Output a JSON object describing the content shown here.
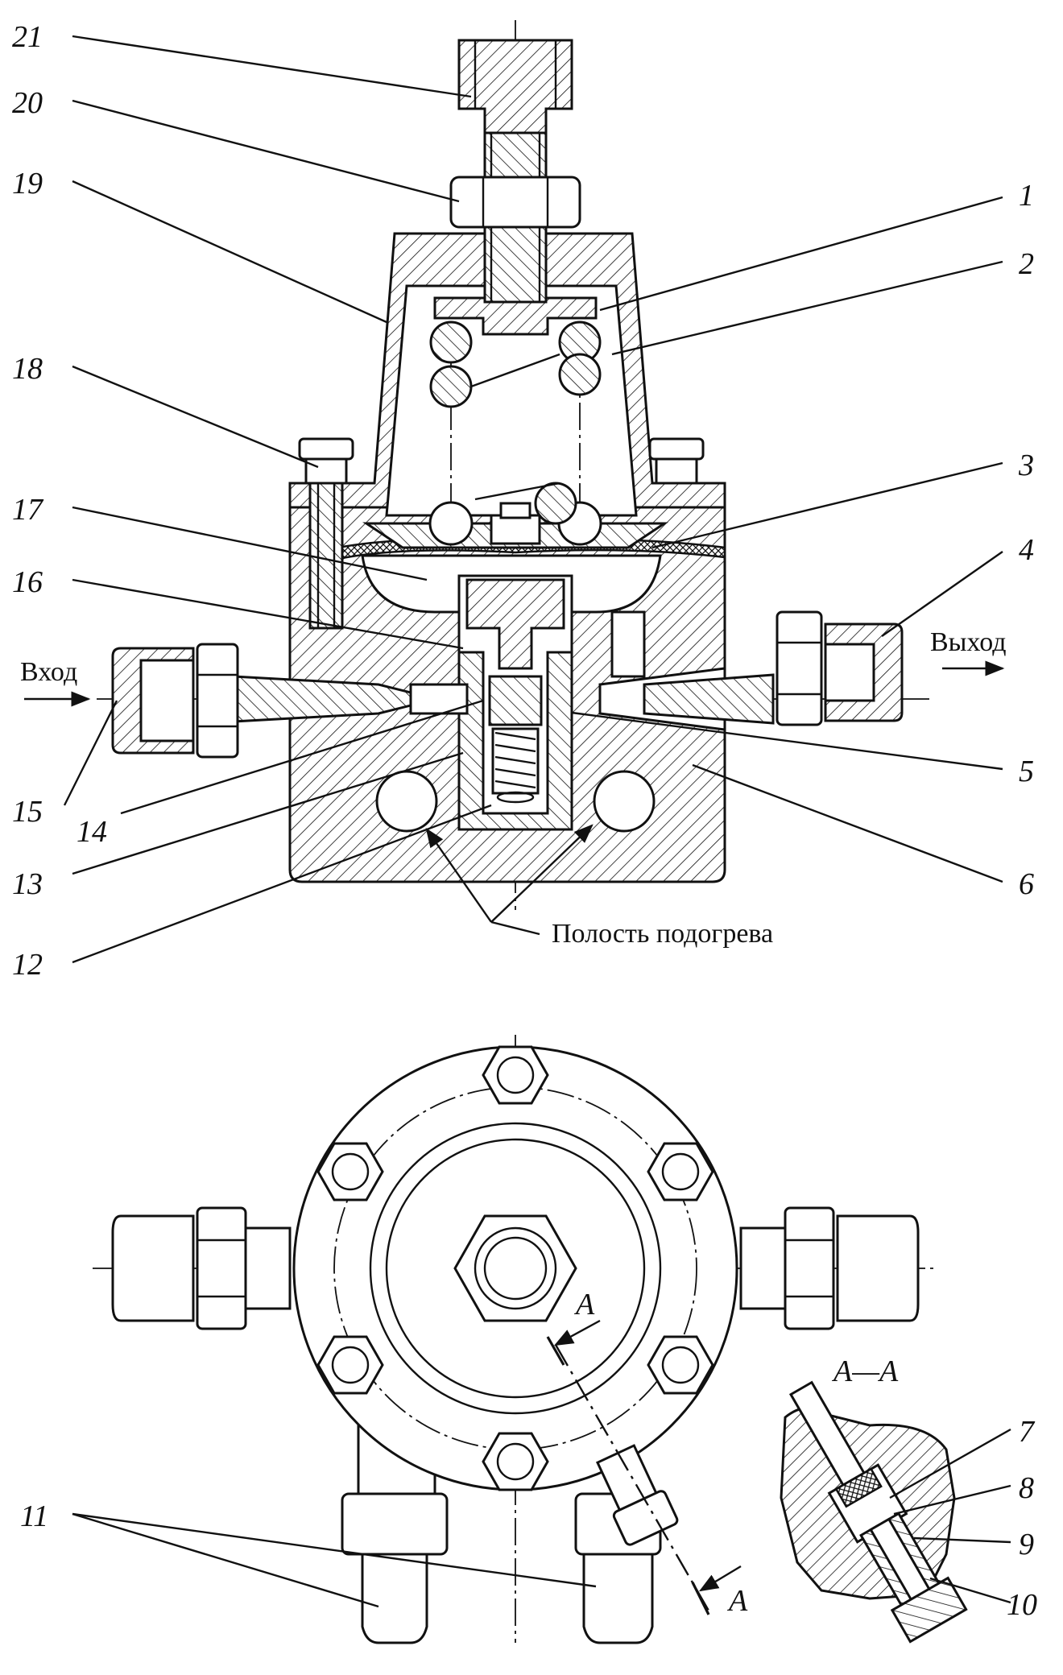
{
  "callouts": {
    "n1": "1",
    "n2": "2",
    "n3": "3",
    "n4": "4",
    "n5": "5",
    "n6": "6",
    "n7": "7",
    "n8": "8",
    "n9": "9",
    "n10": "10",
    "n11": "11",
    "n12": "12",
    "n13": "13",
    "n14": "14",
    "n15": "15",
    "n16": "16",
    "n17": "17",
    "n18": "18",
    "n19": "19",
    "n20": "20",
    "n21": "21"
  },
  "labels": {
    "inlet": "Вход",
    "outlet": "Выход",
    "heating_cavity": "Полость подогрева",
    "section_a": "A",
    "section_title": "A—A"
  }
}
